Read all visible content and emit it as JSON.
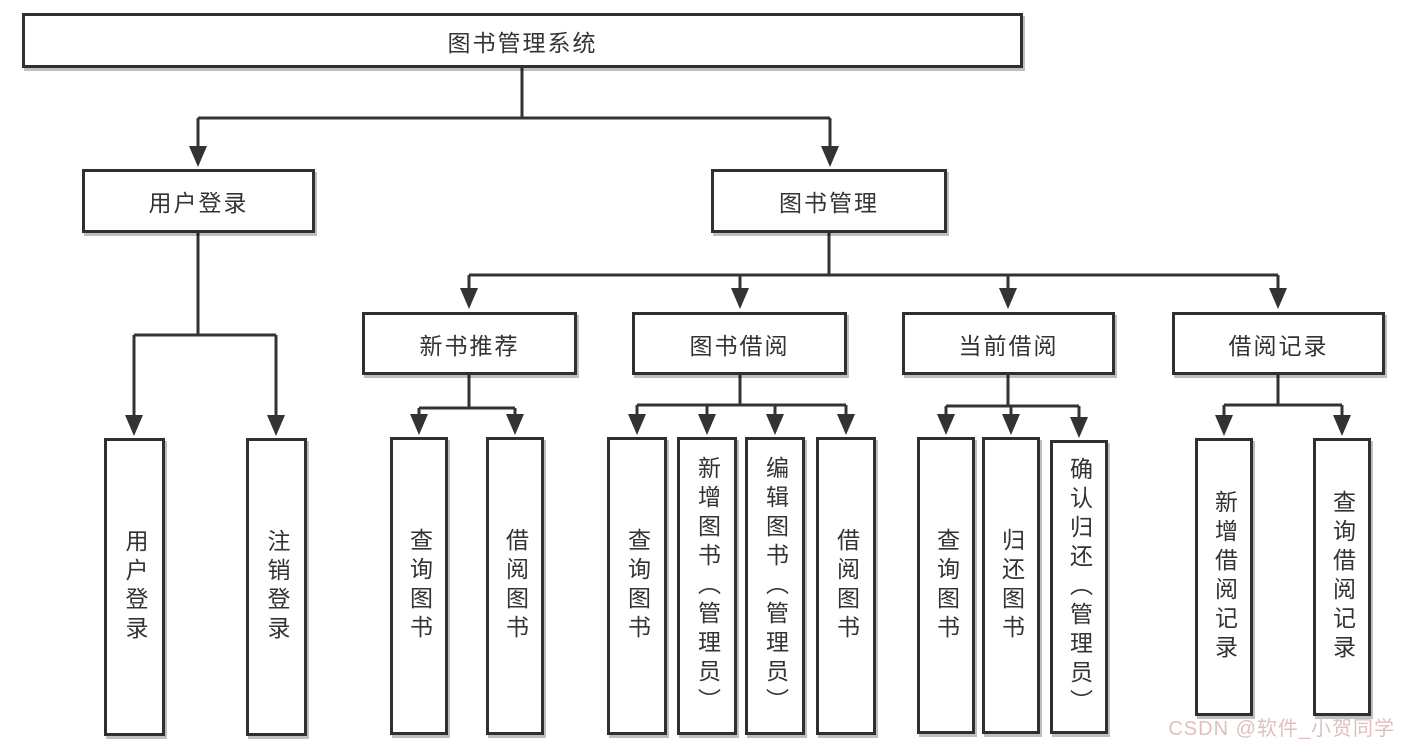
{
  "page": {
    "background": "#ffffff"
  },
  "colors": {
    "line": "#333333",
    "box_border": "#2f2f2f",
    "text": "#333333",
    "watermark": "#dfbfbf"
  },
  "tree": {
    "label": "图书管理系统",
    "children": [
      {
        "label": "用户登录",
        "children": [
          {
            "label": "用户登录"
          },
          {
            "label": "注销登录"
          }
        ]
      },
      {
        "label": "图书管理",
        "children": [
          {
            "label": "新书推荐",
            "children": [
              {
                "label": "查询图书"
              },
              {
                "label": "借阅图书"
              }
            ]
          },
          {
            "label": "图书借阅",
            "children": [
              {
                "label": "查询图书"
              },
              {
                "label": "新增图书（管理员）"
              },
              {
                "label": "编辑图书（管理员）"
              },
              {
                "label": "借阅图书"
              }
            ]
          },
          {
            "label": "当前借阅",
            "children": [
              {
                "label": "查询图书"
              },
              {
                "label": "归还图书"
              },
              {
                "label": "确认归还（管理员）"
              }
            ]
          },
          {
            "label": "借阅记录",
            "children": [
              {
                "label": "新增借阅记录"
              },
              {
                "label": "查询借阅记录"
              }
            ]
          }
        ]
      }
    ]
  },
  "watermark": {
    "text": "CSDN @软件_小贺同学"
  }
}
